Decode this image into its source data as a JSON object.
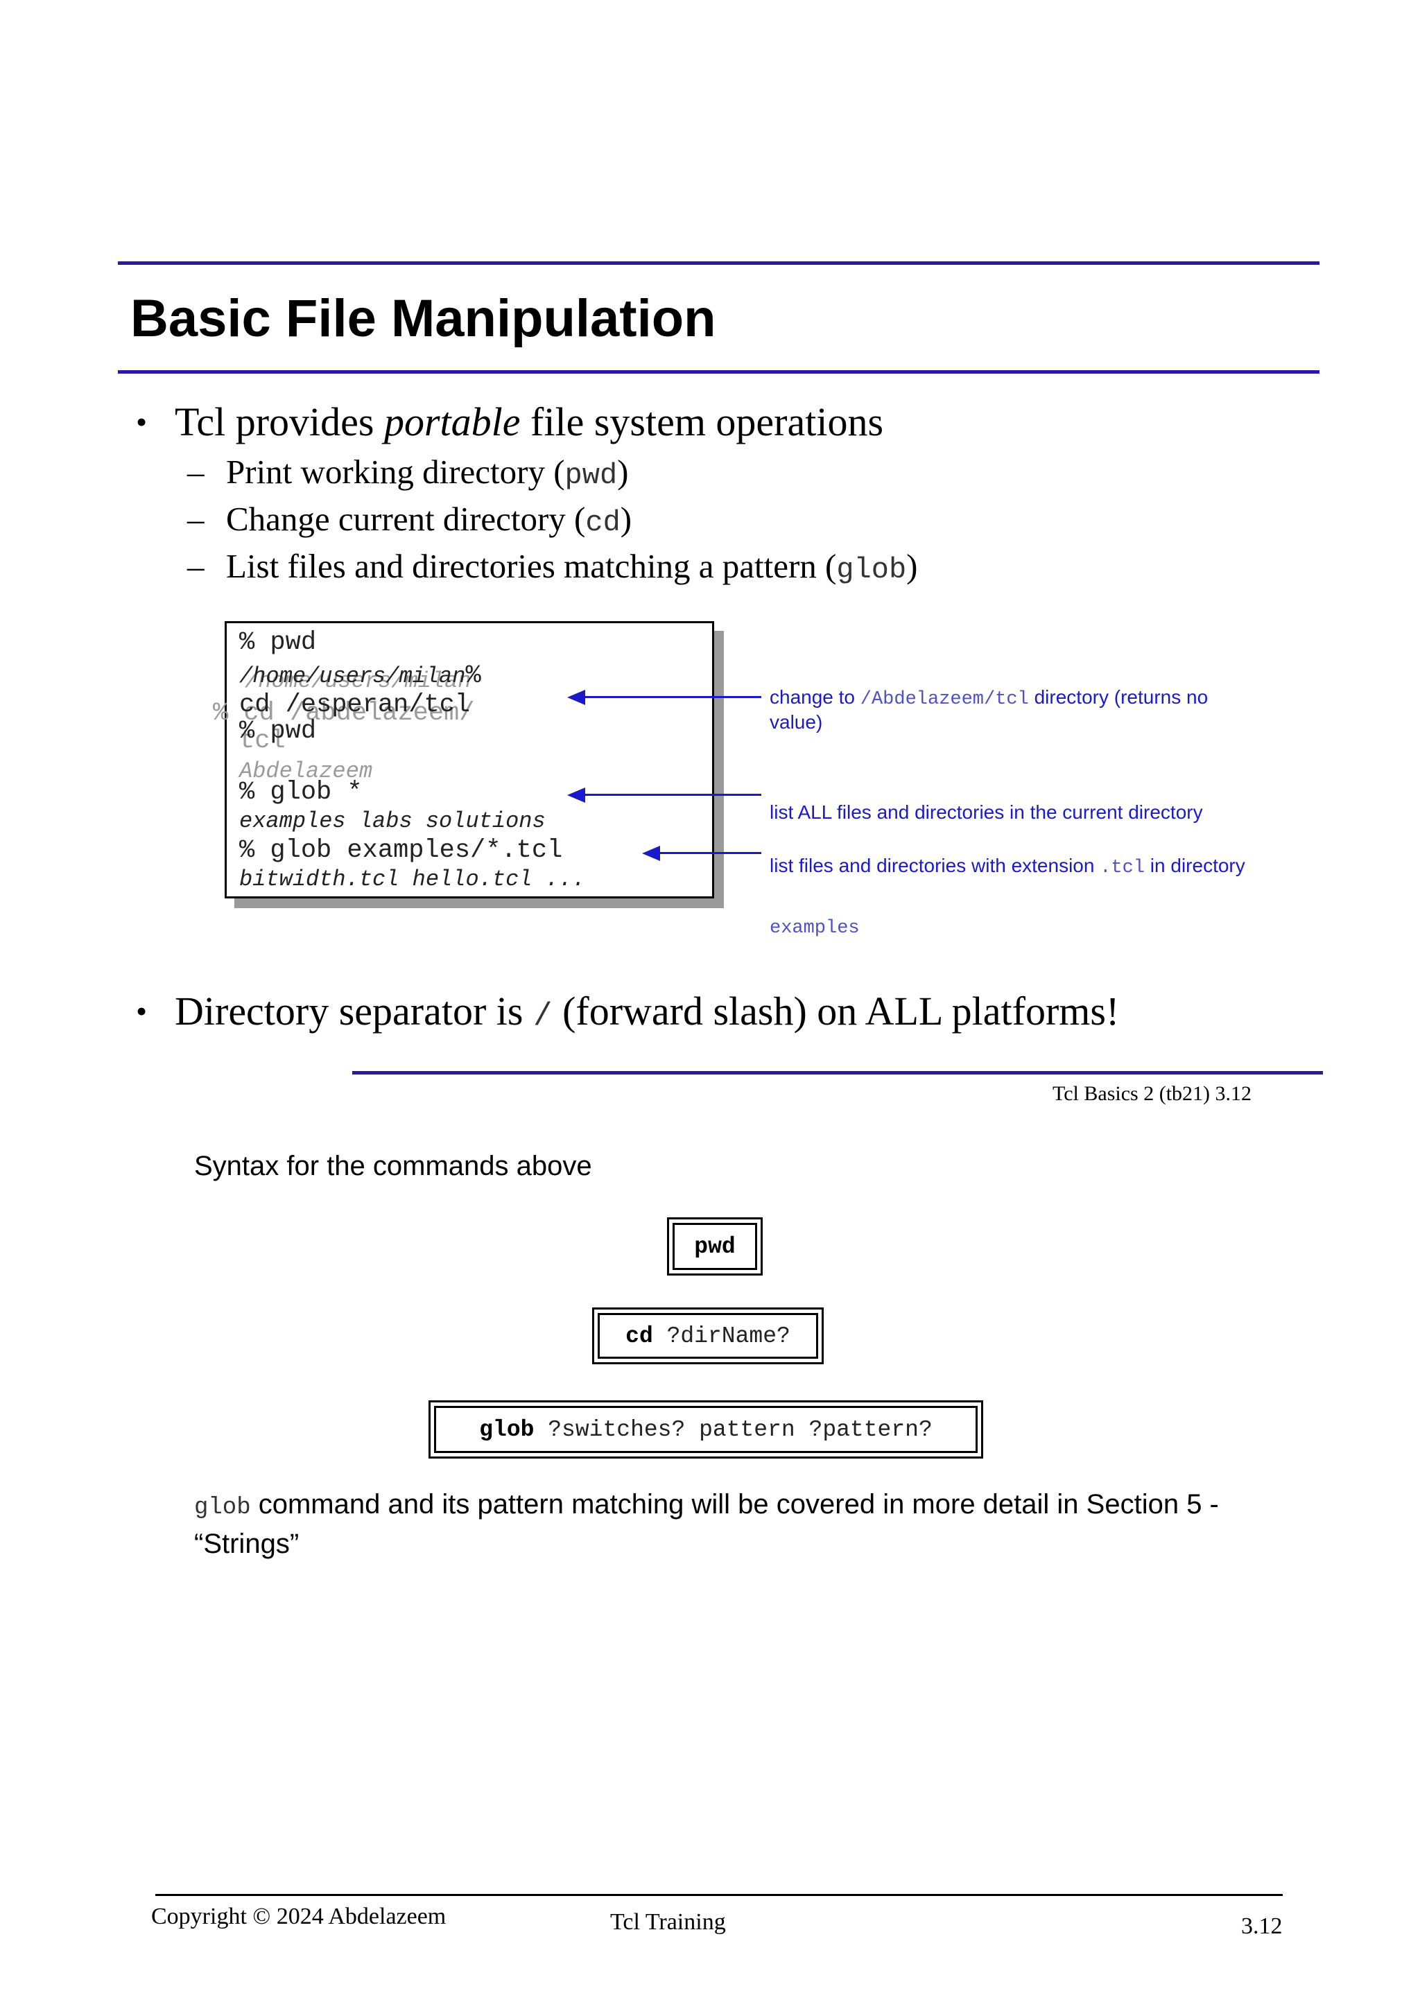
{
  "slide": {
    "title": "Basic File Manipulation",
    "bullet1": {
      "before": "Tcl provides ",
      "emph": "portable",
      "after": " file system operations"
    },
    "subbullets": [
      {
        "text": "Print working directory (",
        "code": "pwd",
        "close": ")"
      },
      {
        "text": "Change current directory (",
        "code": "cd",
        "close": ")"
      },
      {
        "text": "List files and directories matching a pattern (",
        "code": "glob",
        "close": ")"
      }
    ],
    "bullet_marker": "•",
    "sub_marker": "–",
    "console": {
      "l1": "% pwd",
      "l2": "/home/users/milan",
      "l2_tail": "%",
      "l3": "cd /esperan/tcl",
      "l4": "% pwd",
      "l5": "% glob *",
      "l6": "examples labs solutions",
      "l7": "% glob examples/*.tcl",
      "l8": "bitwidth.tcl hello.tcl ...",
      "ghost1": "/home/users/milan",
      "ghost2": "% cd /abdelazeem/",
      "ghost3": "tcl",
      "ghost4": "Abdelazeem"
    },
    "notes": {
      "n1_pre": "change to ",
      "n1_code": "/Abdelazeem/tcl",
      "n1_post": " directory (returns no",
      "n1_line2": "value)",
      "n2": "list ALL files and directories in the current directory",
      "n3_pre": "list files and directories with extension ",
      "n3_code": ".tcl",
      "n3_post": " in  directory",
      "n3_code2": "examples"
    },
    "bullet2": {
      "before": "Directory separator is ",
      "code": "/",
      "after": " (forward slash) on ALL platforms!"
    },
    "slide_label": "Tcl Basics 2  (tb21)  3.12"
  },
  "syntax": {
    "heading": "Syntax for the commands above",
    "box1": {
      "kw": "pwd",
      "args": ""
    },
    "box2": {
      "kw": "cd",
      "args": " ?dirName?"
    },
    "box3": {
      "kw": "glob",
      "args": " ?switches? pattern ?pattern?"
    },
    "note_code": "glob",
    "note_text": " command and its pattern matching will be covered in more detail in Section 5 - “Strings”"
  },
  "footer": {
    "copyright": "Copyright © 2024 Abdelazeem",
    "center": "Tcl Training",
    "page": "3.12"
  },
  "colors": {
    "rule": "#2a1a9e",
    "annotation": "#1a1acc"
  }
}
